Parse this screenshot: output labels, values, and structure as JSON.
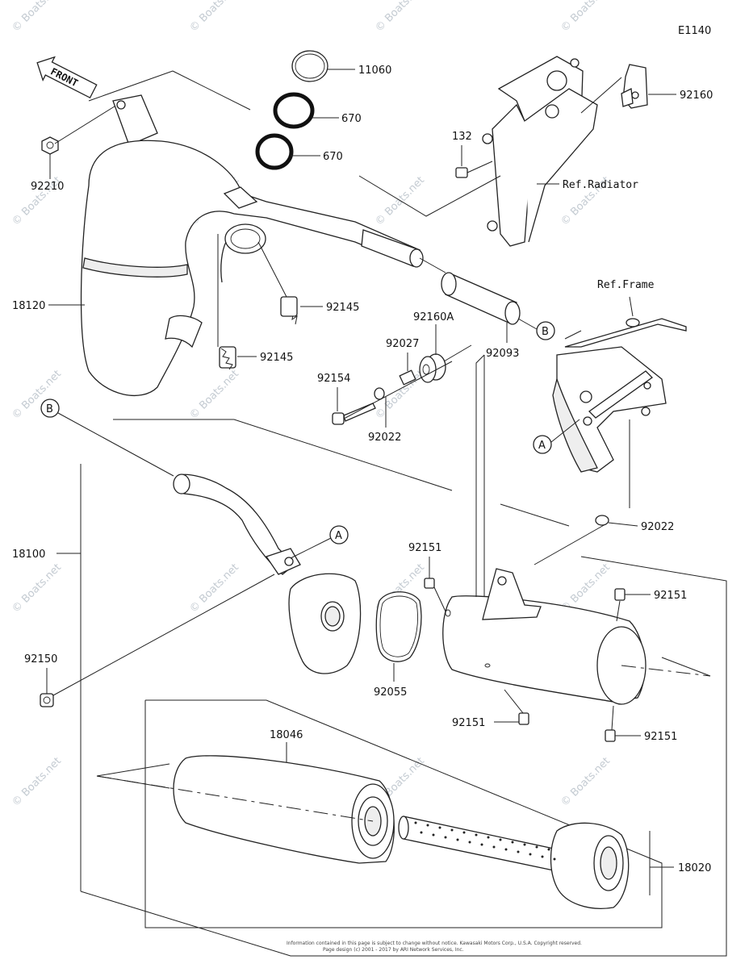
{
  "diagram_code": "E1140",
  "front_label": "FRONT",
  "watermark": "© Boats.net",
  "circle_markers": {
    "a": "A",
    "b": "B"
  },
  "refs": {
    "radiator": "Ref.Radiator",
    "frame": "Ref.Frame"
  },
  "parts": {
    "p11060": "11060",
    "p670_top": "670",
    "p670_bottom": "670",
    "p92160": "92160",
    "p132": "132",
    "p92210": "92210",
    "p18120": "18120",
    "p92145_top": "92145",
    "p92145_bottom": "92145",
    "p92093": "92093",
    "p92160A": "92160A",
    "p92027": "92027",
    "p92154": "92154",
    "p92022_top": "92022",
    "p92022_right": "92022",
    "p18100": "18100",
    "p92150": "92150",
    "p92151_mid": "92151",
    "p92151_right_top": "92151",
    "p92151_bottom": "92151",
    "p92151_right_bottom": "92151",
    "p92055": "92055",
    "p18046": "18046",
    "p18020": "18020"
  },
  "footer": {
    "line1": "Information contained in this page is subject to change without notice. Kawasaki Motors Corp., U.S.A. Copyright reserved.",
    "line2": "Page design (c) 2001 - 2017 by ARI Network Services, Inc."
  }
}
